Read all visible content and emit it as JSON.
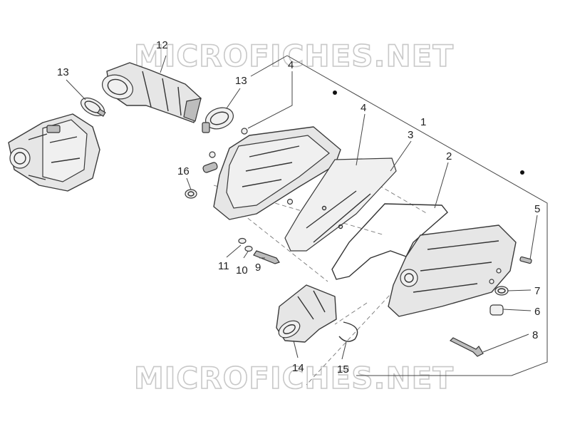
{
  "watermark": "MICROFICHES.NET",
  "callouts": [
    "1",
    "2",
    "3",
    "4",
    "4",
    "5",
    "6",
    "7",
    "8",
    "9",
    "10",
    "11",
    "12",
    "13",
    "13",
    "14",
    "15",
    "16"
  ],
  "colors": {
    "line": "#3a3a3a",
    "fill": "#e6e6e6",
    "watermark": "#c8c8c8"
  }
}
